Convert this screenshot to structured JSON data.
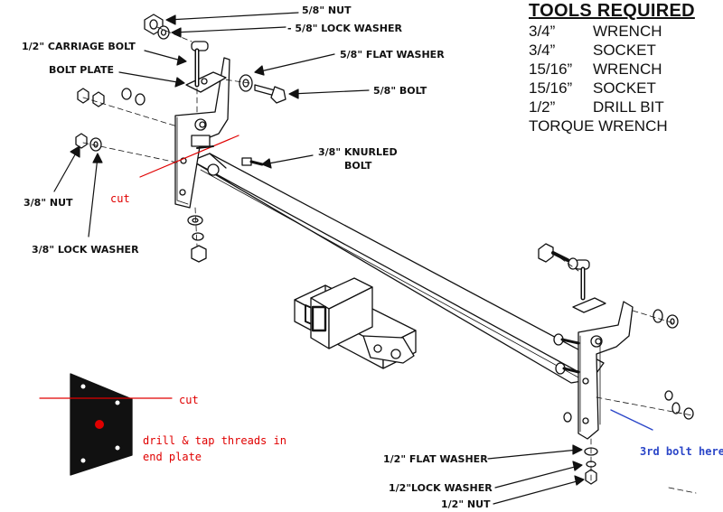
{
  "tools": {
    "title": "TOOLS REQUIRED",
    "items": [
      {
        "size": "3/4”",
        "name": "WRENCH"
      },
      {
        "size": "3/4”",
        "name": "SOCKET"
      },
      {
        "size": "15/16”",
        "name": "WRENCH"
      },
      {
        "size": "15/16”",
        "name": "SOCKET"
      },
      {
        "size": "1/2”",
        "name": "DRILL BIT"
      }
    ],
    "last": "TORQUE WRENCH"
  },
  "labels": {
    "nut_58": "5/8\"  NUT",
    "lock_washer_58": "-  5/8\" LOCK WASHER",
    "carriage_bolt": "1/2\" CARRIAGE BOLT",
    "flat_washer_58": "5/8\" FLAT WASHER",
    "bolt_plate": "BOLT PLATE",
    "bolt_58": "5/8\" BOLT",
    "knurled_bolt_line1": "3/8\" KNURLED",
    "knurled_bolt_line2": "BOLT",
    "nut_38": "3/8\" NUT",
    "lock_washer_38": "3/8\" LOCK WASHER",
    "flat_washer_12": "1/2\" FLAT WASHER",
    "lock_washer_12": "1/2\"LOCK WASHER",
    "nut_12": "1/2\" NUT"
  },
  "annotations": {
    "cut_top": "cut",
    "cut_plate": "cut",
    "drill_line1": "drill & tap threads in",
    "drill_line2": "end plate",
    "third_bolt": "3rd bolt here"
  },
  "colors": {
    "ink": "#111111",
    "annotation_red": "#e00000",
    "annotation_blue": "#2b46c8"
  }
}
